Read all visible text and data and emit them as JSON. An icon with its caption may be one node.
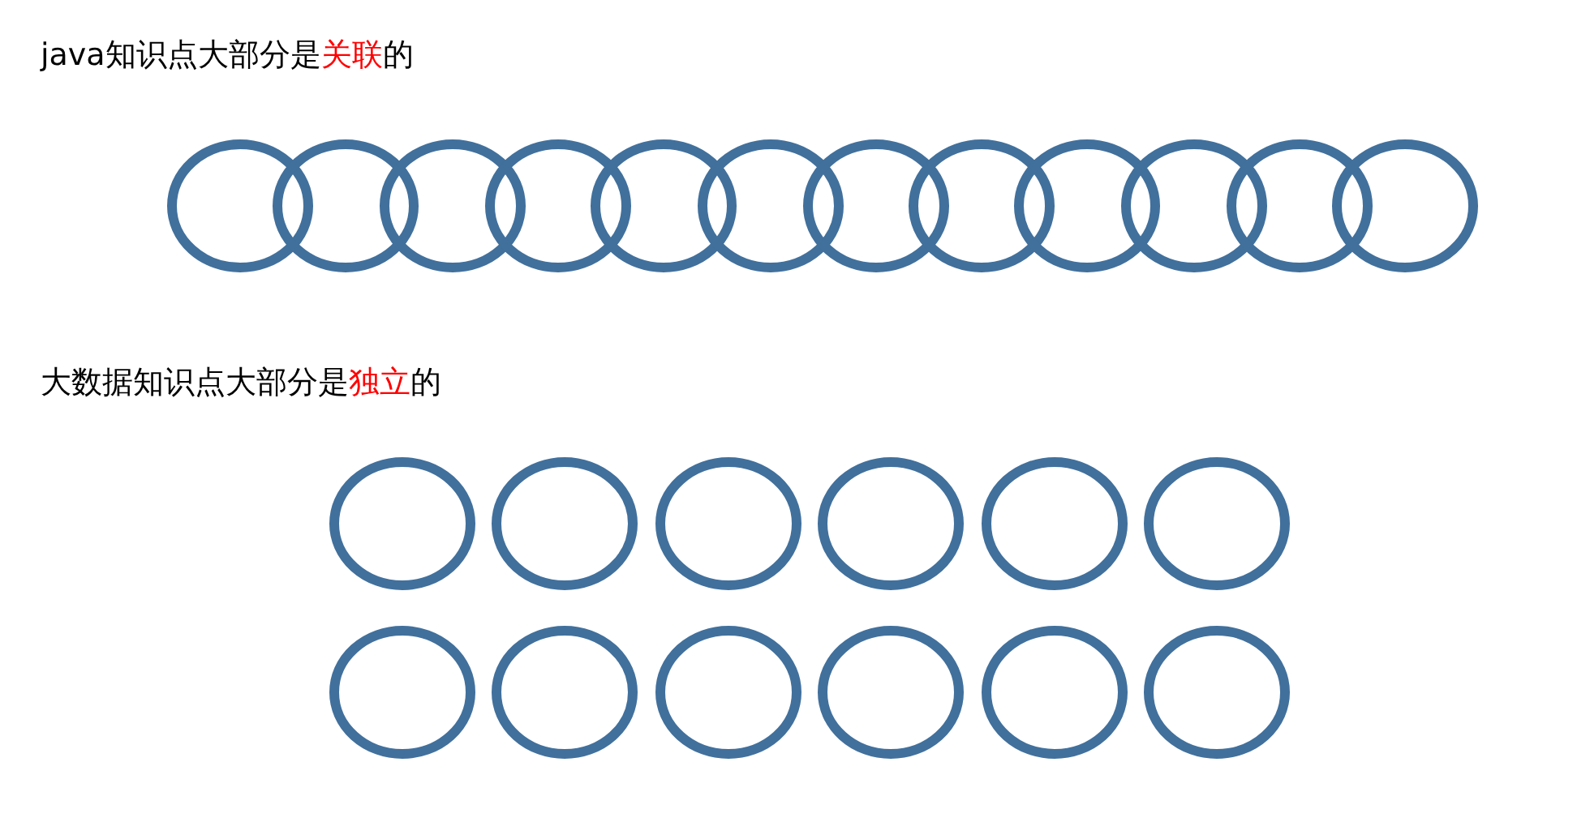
{
  "diagram": {
    "nodes": [
      {
        "text": [],
        "shape": "circle"
      },
      {
        "text": [],
        "shape": "circle"
      },
      {
        "text": [],
        "shape": "circle"
      },
      {
        "text": [],
        "shape": "circle"
      },
      {
        "text": [],
        "shape": "circle"
      },
      {
        "text": [],
        "shape": "circle"
      },
      {
        "text": [],
        "shape": "circle"
      },
      {
        "text": [],
        "shape": "circle"
      },
      {
        "text": [],
        "shape": "circle"
      },
      {
        "text": [],
        "shape": "circle"
      },
      {
        "text": [],
        "shape": "circle"
      },
      {
        "text": [],
        "shape": "circle"
      },
      {
        "text": [],
        "shape": "circle"
      },
      {
        "text": [],
        "shape": "circle"
      },
      {
        "text": [],
        "shape": "circle"
      },
      {
        "text": [],
        "shape": "circle"
      },
      {
        "text": [],
        "shape": "circle"
      },
      {
        "text": [],
        "shape": "circle"
      },
      {
        "text": [],
        "shape": "circle"
      },
      {
        "text": [],
        "shape": "circle"
      },
      {
        "text": [],
        "shape": "circle"
      },
      {
        "text": [],
        "shape": "circle"
      },
      {
        "text": [],
        "shape": "circle"
      },
      {
        "text": [],
        "shape": "circle"
      }
    ],
    "labels": [
      "java知识点大部分是**关联**的",
      "大数据知识点大部分是**独立**的"
    ]
  }
}
